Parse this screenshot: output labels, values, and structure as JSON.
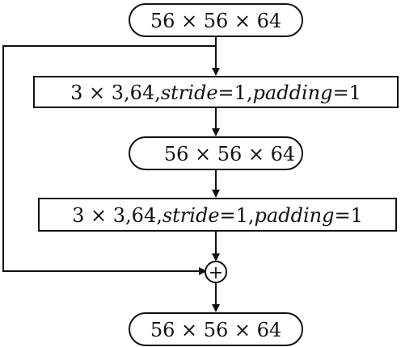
{
  "nodes": {
    "input": "56 × 56 × 64",
    "conv1": {
      "prefix": "3 × 3,64,",
      "stride_word": "stride",
      "stride_val": "=1,",
      "padding_word": "padding",
      "padding_val": "=1"
    },
    "mid": "56 × 56 × 64",
    "conv2": {
      "prefix": "3 × 3,64,",
      "stride_word": "stride",
      "stride_val": "=1,",
      "padding_word": "padding",
      "padding_val": "=1"
    },
    "sum_symbol": "+",
    "output": "56 × 56 × 64"
  },
  "colors": {
    "line": "#111111",
    "fill": "#ffffff"
  }
}
